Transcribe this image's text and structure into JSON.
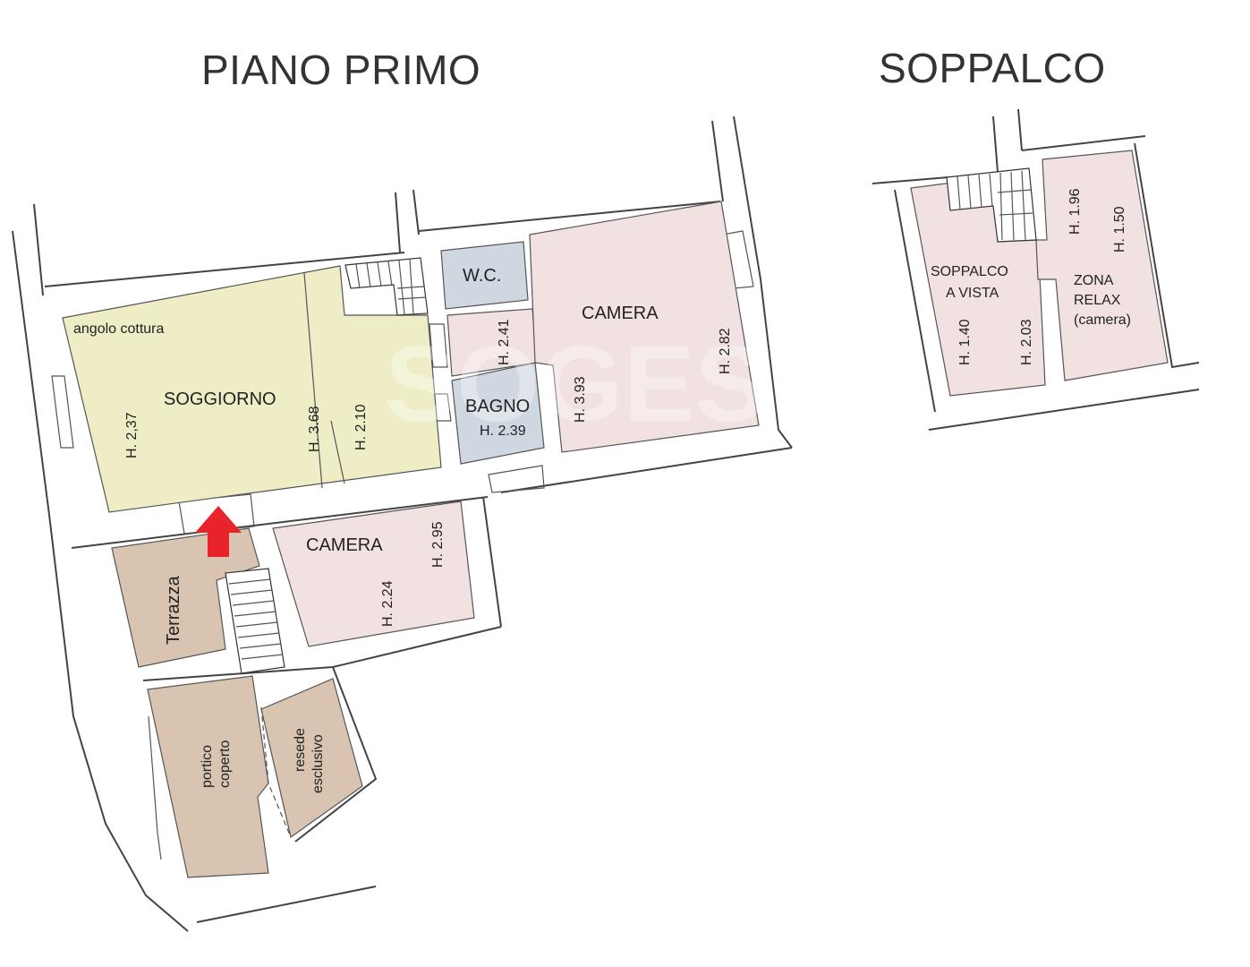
{
  "titles": {
    "piano_primo": "PIANO PRIMO",
    "soppalco": "SOPPALCO"
  },
  "watermark": "SOGES",
  "rooms": {
    "angolo_cottura": "angolo cottura",
    "soggiorno": "SOGGIORNO",
    "wc": "W.C.",
    "bagno": "BAGNO",
    "camera_1": "CAMERA",
    "camera_2": "CAMERA",
    "terrazza": "Terrazza",
    "portico_1": "portico",
    "portico_2": "coperto",
    "resede_1": "resede",
    "resede_2": "esclusivo",
    "soppalco_1": "SOPPALCO",
    "soppalco_2": "A VISTA",
    "zona_1": "ZONA",
    "zona_2": "RELAX",
    "zona_3": "(camera)"
  },
  "heights": {
    "soggiorno_a": "H. 2,37",
    "soggiorno_b": "H. 3.68",
    "soggiorno_c": "H. 2.10",
    "wc": "H. 2.41",
    "bagno": "H. 2.39",
    "camera1_a": "H. 3.93",
    "camera1_b": "H. 2.82",
    "camera2_a": "H. 2.95",
    "camera2_b": "H. 2.24",
    "soppalco_a": "H. 1.40",
    "soppalco_b": "H. 2.03",
    "zona_a": "H. 1.96",
    "zona_b": "H. 1.50"
  },
  "colors": {
    "soggiorno": "#EEEDC6",
    "camera": "#F2E1E1",
    "service": "#CFD7E0",
    "outdoor": "#D9C4B2",
    "entrance_arrow": "#E8242A"
  }
}
